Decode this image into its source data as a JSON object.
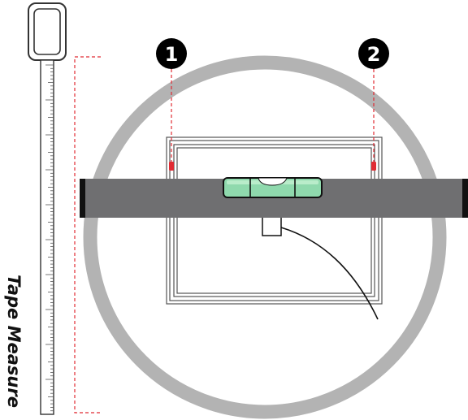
{
  "labels": {
    "tape_measure": "Tape Measure"
  },
  "markers": [
    {
      "number": "1",
      "color": "#000000"
    },
    {
      "number": "2",
      "color": "#000000"
    }
  ],
  "colors": {
    "ring": "#b3b3b3",
    "level_body": "#6f6f71",
    "level_end_cap": "#111111",
    "vial_glass": "#8fd9ad",
    "vial_glass_light": "#b9ecca",
    "dashed_guides": "#e12b33",
    "marker_pins": "#e12b33",
    "frame": "#555555",
    "tape_body": "#ffffff",
    "tape_outline": "#333333"
  },
  "icons": {
    "tape_measure": "tape-measure-icon",
    "spirit_level": "spirit-level-icon",
    "bubble_vial": "bubble-vial-icon",
    "frame": "picture-frame-icon",
    "wire": "hanging-wire-icon"
  }
}
